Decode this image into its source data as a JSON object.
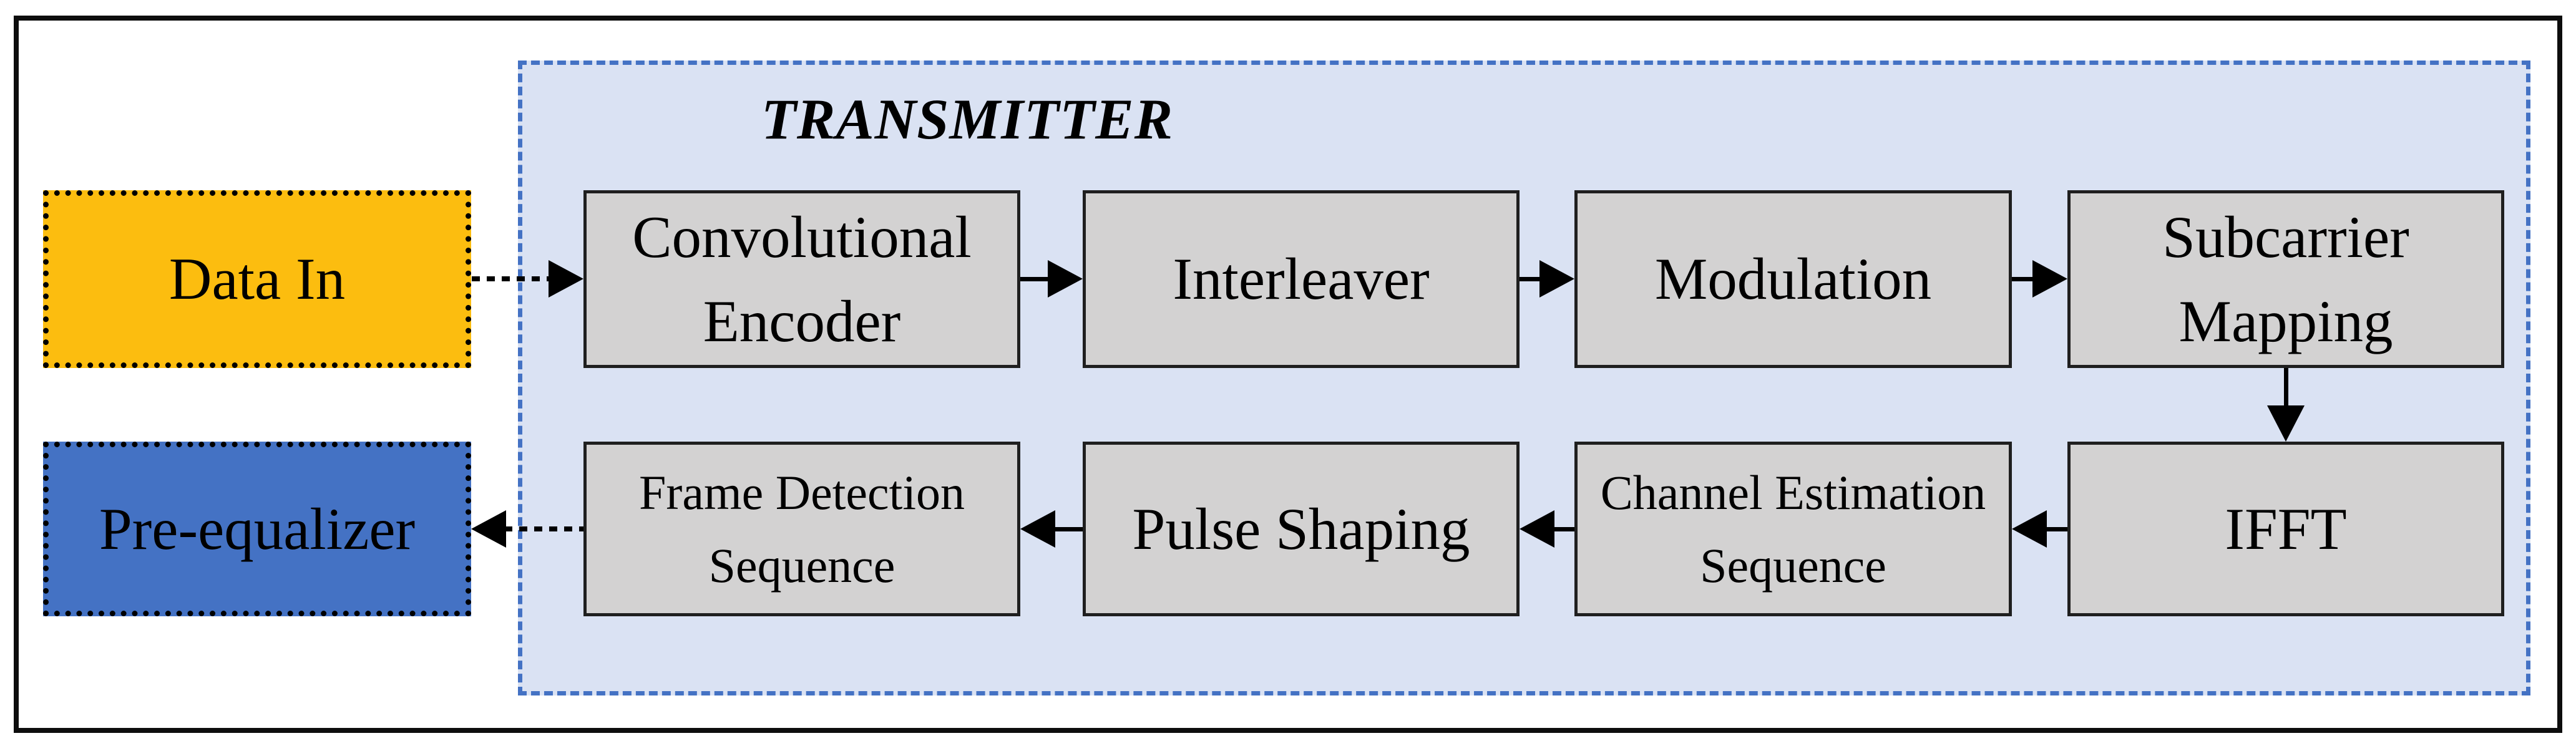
{
  "region": {
    "label": "TRANSMITTER"
  },
  "nodes": {
    "data_in": {
      "label": "Data In"
    },
    "pre_equalizer": {
      "label": "Pre-equalizer"
    },
    "conv_encoder": {
      "line1": "Convolutional",
      "line2": "Encoder"
    },
    "interleaver": {
      "label": "Interleaver"
    },
    "modulation": {
      "label": "Modulation"
    },
    "subcarrier": {
      "line1": "Subcarrier",
      "line2": "Mapping"
    },
    "ifft": {
      "label": "IFFT"
    },
    "channel_est": {
      "line1": "Channel Estimation",
      "line2": "Sequence"
    },
    "pulse_shaping": {
      "label": "Pulse Shaping"
    },
    "frame_detection": {
      "line1": "Frame Detection",
      "line2": "Sequence"
    }
  },
  "edges": [
    {
      "from": "data_in",
      "to": "conv_encoder",
      "style": "dashed",
      "direction": "right"
    },
    {
      "from": "conv_encoder",
      "to": "interleaver",
      "style": "solid",
      "direction": "right"
    },
    {
      "from": "interleaver",
      "to": "modulation",
      "style": "solid",
      "direction": "right"
    },
    {
      "from": "modulation",
      "to": "subcarrier",
      "style": "solid",
      "direction": "right"
    },
    {
      "from": "subcarrier",
      "to": "ifft",
      "style": "solid",
      "direction": "down"
    },
    {
      "from": "ifft",
      "to": "channel_est",
      "style": "solid",
      "direction": "left"
    },
    {
      "from": "channel_est",
      "to": "pulse_shaping",
      "style": "solid",
      "direction": "left"
    },
    {
      "from": "pulse_shaping",
      "to": "frame_detection",
      "style": "solid",
      "direction": "left"
    },
    {
      "from": "frame_detection",
      "to": "pre_equalizer",
      "style": "dashed",
      "direction": "left"
    }
  ],
  "colors": {
    "data_in_fill": "#FCBD0F",
    "pre_equalizer_fill": "#4472C4",
    "block_fill": "#D3D2D2",
    "block_border": "#1F1F1F",
    "region_fill": "#DAE2F3",
    "region_border": "#4472C4",
    "line_color": "#000000",
    "frame_color": "#0D0D0D",
    "text_color": "#000000"
  }
}
